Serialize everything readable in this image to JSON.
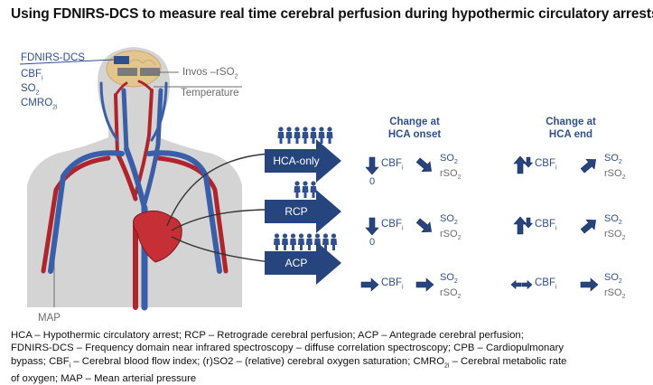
{
  "title": "Using FDNIRS-DCS to measure real time cerebral perfusion during hypothermic circulatory arrests",
  "body_labels": {
    "fdnirs": "FDNIRS-DCS",
    "cbf": "CBF",
    "cbf_sub": "i",
    "so2": "SO",
    "so2_sub": "2",
    "cmro": "CMRO",
    "cmro_sub": "2i",
    "invos": "Invos –rSO",
    "invos_sub": "2",
    "temperature": "Temperature",
    "map": "MAP"
  },
  "headers": {
    "onset_line1": "Change at",
    "onset_line2": "HCA onset",
    "end_line1": "Change at",
    "end_line2": "HCA end"
  },
  "groups": [
    {
      "label": "HCA-only",
      "people": 7,
      "onset_cbf_dir": "down",
      "onset_zero": "0",
      "onset_so2_dir": "down-right",
      "end_cbf_dir": "up-down-small",
      "end_so2_dir": "up-right"
    },
    {
      "label": "RCP",
      "people": 3,
      "onset_cbf_dir": "down",
      "onset_zero": "0",
      "onset_so2_dir": "down-right",
      "end_cbf_dir": "up-down-small",
      "end_so2_dir": "up-right"
    },
    {
      "label": "ACP",
      "people": 8,
      "onset_cbf_dir": "right",
      "onset_zero": "",
      "onset_so2_dir": "right",
      "end_cbf_dir": "left-right",
      "end_so2_dir": "right"
    }
  ],
  "measure_labels": {
    "cbf": "CBF",
    "cbf_sub": "i",
    "so2": "SO",
    "so2_sub": "2",
    "rso2": "rSO",
    "rso2_sub": "2"
  },
  "footer": {
    "line1": "HCA – Hypothermic circulatory arrest; RCP – Retrograde cerebral perfusion; ACP – Antegrade cerebral perfusion;",
    "line2": "FDNIRS-DCS – Frequency domain near infrared spectroscopy – diffuse correlation spectroscopy; CPB – Cardiopulmonary",
    "line3a": "bypass; CBF",
    "line3a_sub": "i",
    "line3b": " – Cerebral blood flow index; (r)SO2 – (relative) cerebral oxygen saturation; CMRO",
    "line3b_sub": "2i",
    "line3c": " – Cerebral metabolic rate",
    "line4": "of oxygen; MAP – Mean arterial pressure"
  },
  "colors": {
    "blue": "#2f4f8f",
    "navy_arrow": "#26457f",
    "red": "#b0242b",
    "vein_blue": "#3a5fa8",
    "skin": "#d4d4d4",
    "brain": "#e3c58f",
    "gray_text": "#6b6b6b"
  }
}
